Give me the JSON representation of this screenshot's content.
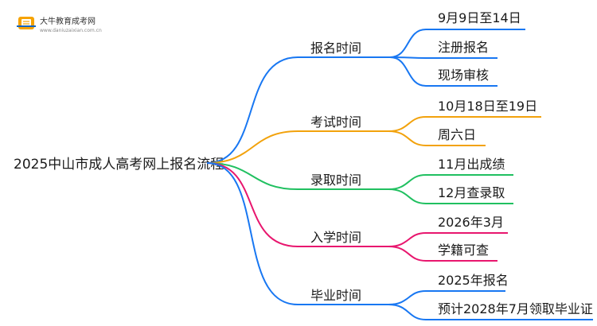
{
  "logo": {
    "title": "大牛教育成考网",
    "url": "www.daniuzaixian.com.cn"
  },
  "root": {
    "label": "2025中山市成人高考网上报名流程"
  },
  "branches": [
    {
      "label": "报名时间",
      "color": "#1877f2",
      "leaves": [
        "9月9日至14日",
        "注册报名",
        "现场审核"
      ]
    },
    {
      "label": "考试时间",
      "color": "#f2a20c",
      "leaves": [
        "10月18日至19日",
        "周六日"
      ]
    },
    {
      "label": "录取时间",
      "color": "#20c060",
      "leaves": [
        "11月出成绩",
        "12月查录取"
      ]
    },
    {
      "label": "入学时间",
      "color": "#e8166e",
      "leaves": [
        "2026年3月",
        "学籍可查"
      ]
    },
    {
      "label": "毕业时间",
      "color": "#1877f2",
      "leaves": [
        "2025年报名",
        "预计2028年7月领取毕业证"
      ]
    }
  ]
}
